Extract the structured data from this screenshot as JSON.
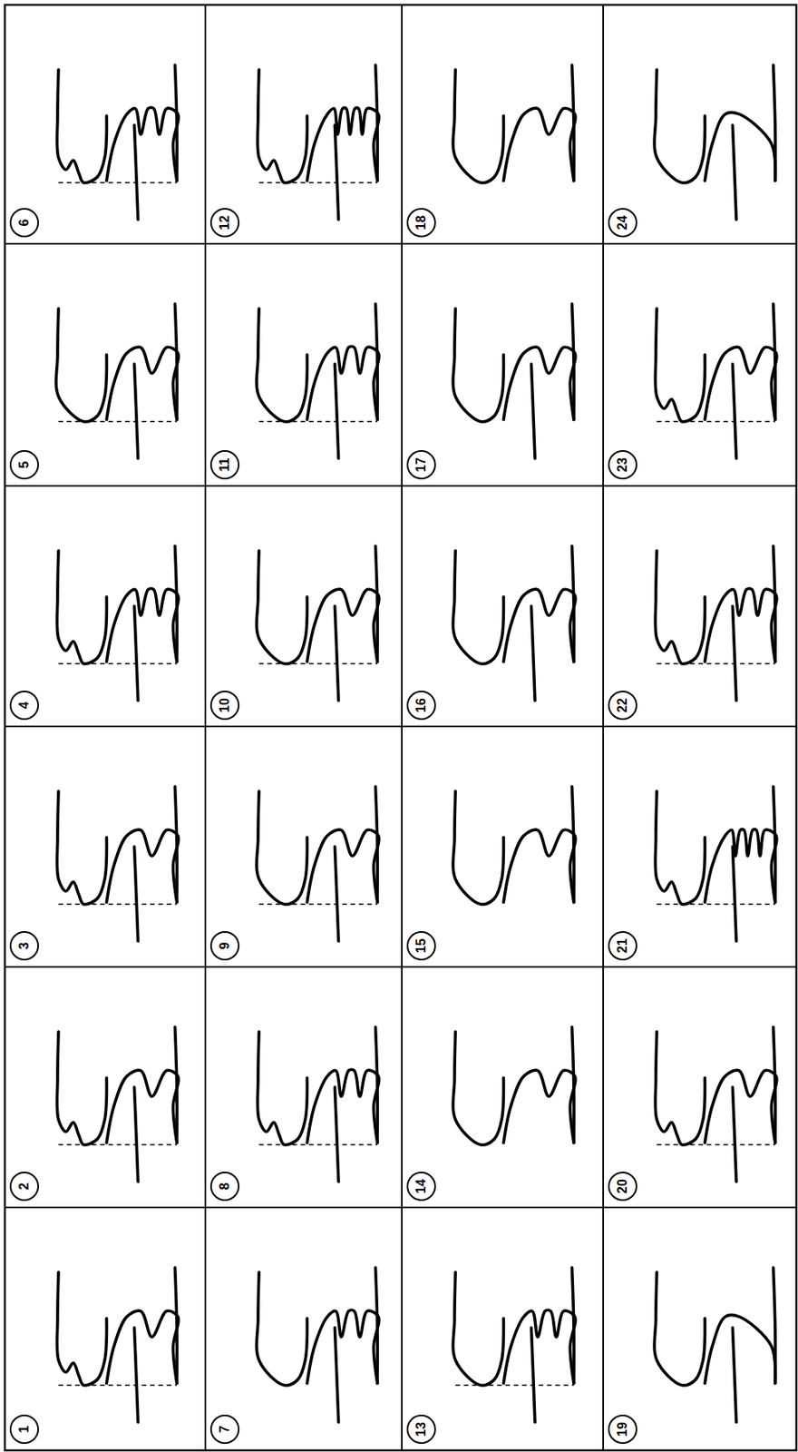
{
  "diagram": {
    "nodes": [
      {
        "text": [
          "1"
        ]
      },
      {
        "text": [
          "2"
        ]
      },
      {
        "text": [
          "3"
        ]
      },
      {
        "text": [
          "4"
        ]
      },
      {
        "text": [
          "5"
        ]
      },
      {
        "text": [
          "6"
        ]
      },
      {
        "text": [
          "7"
        ]
      },
      {
        "text": [
          "8"
        ]
      },
      {
        "text": [
          "9"
        ]
      },
      {
        "text": [
          "10"
        ]
      },
      {
        "text": [
          "11"
        ]
      },
      {
        "text": [
          "12"
        ]
      },
      {
        "text": [
          "13"
        ]
      },
      {
        "text": [
          "14"
        ]
      },
      {
        "text": [
          "15"
        ]
      },
      {
        "text": [
          "16"
        ]
      },
      {
        "text": [
          "17"
        ]
      },
      {
        "text": [
          "18"
        ]
      },
      {
        "text": [
          "19"
        ]
      },
      {
        "text": [
          "20"
        ]
      },
      {
        "text": [
          "21"
        ]
      },
      {
        "text": [
          "22"
        ]
      },
      {
        "text": [
          "23"
        ]
      },
      {
        "text": [
          "24"
        ]
      }
    ]
  }
}
